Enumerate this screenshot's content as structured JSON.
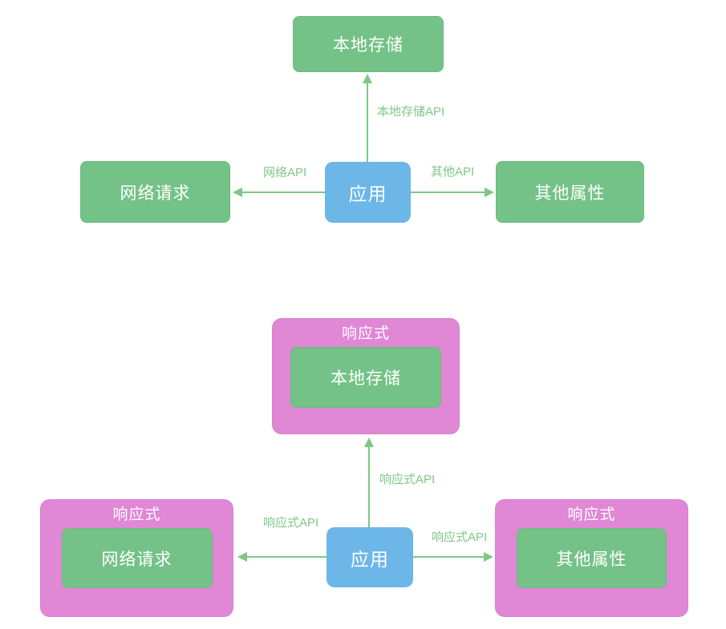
{
  "colors": {
    "node_green": "#74c287",
    "node_blue": "#6db6e8",
    "container_pink": "#e087d5",
    "edge_green": "#7ec884",
    "node_text": "#ffffff"
  },
  "top_diagram": {
    "local_storage": "本地存储",
    "app": "应用",
    "network": "网络请求",
    "other": "其他属性",
    "edge_top": "本地存储API",
    "edge_left": "网络API",
    "edge_right": "其他API"
  },
  "bottom_diagram": {
    "top_group": {
      "title": "响应式",
      "node": "本地存储"
    },
    "left_group": {
      "title": "响应式",
      "node": "网络请求"
    },
    "right_group": {
      "title": "响应式",
      "node": "其他属性"
    },
    "app": "应用",
    "edge_top": "响应式API",
    "edge_left": "响应式API",
    "edge_right": "响应式API"
  }
}
